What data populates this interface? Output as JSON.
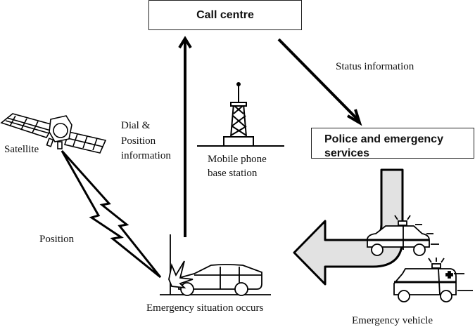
{
  "nodes": {
    "call_centre": "Call centre",
    "police": "Police and emergency services"
  },
  "labels": {
    "status_information": "Status information",
    "dial_position": [
      "Dial &",
      "Position",
      "information"
    ],
    "mobile_base": [
      "Mobile phone",
      "base station"
    ],
    "satellite": "Satellite",
    "position": "Position",
    "emergency_situation": "Emergency situation occurs",
    "emergency_vehicle": "Emergency vehicle"
  },
  "colors": {
    "stroke": "#000000",
    "arrow_fill": "#e2e2e2",
    "background": "#ffffff"
  }
}
